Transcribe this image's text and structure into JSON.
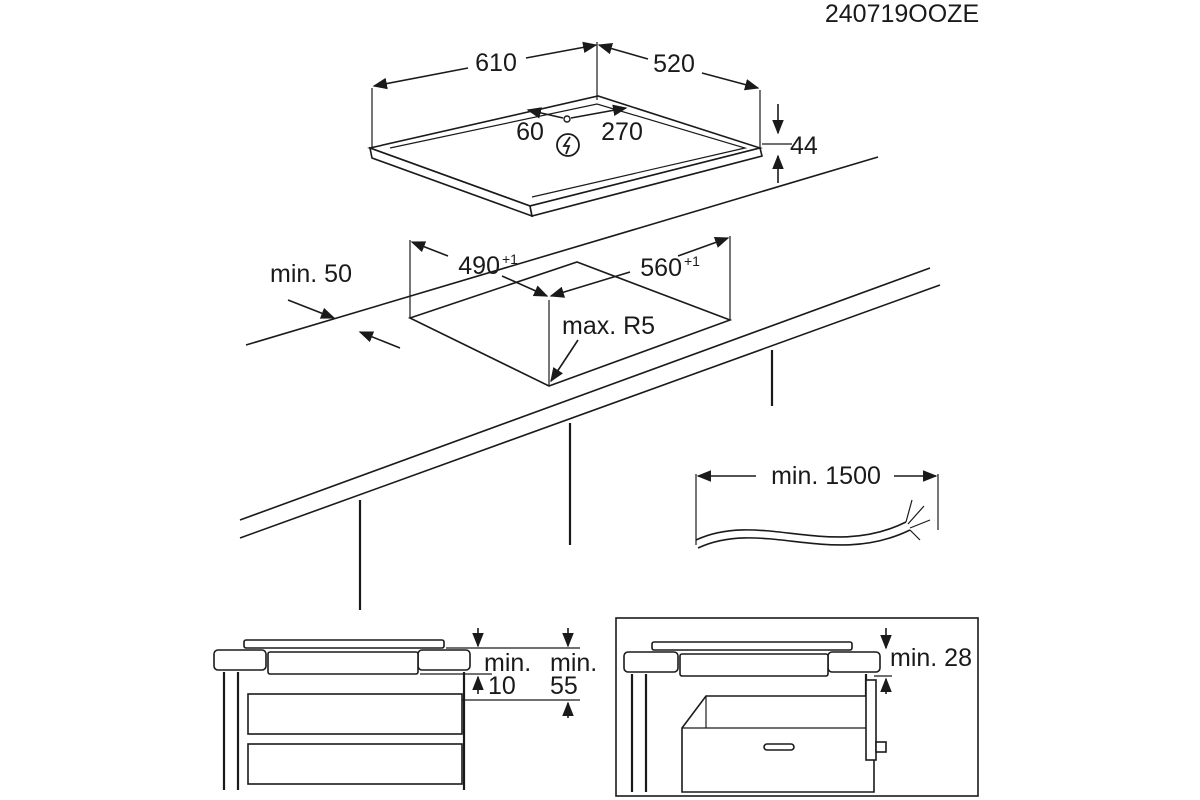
{
  "doc_code": "240719OOZE",
  "hob": {
    "width": "610",
    "depth": "520",
    "height": "44",
    "conn_left": "60",
    "conn_right": "270"
  },
  "cutout": {
    "width": "490",
    "width_tol": "+1",
    "depth": "560",
    "depth_tol": "+1",
    "radius": "max. R5",
    "wall_gap": "min. 50"
  },
  "cable": {
    "length": "min. 1500"
  },
  "section_left": {
    "label_a1": "min.",
    "label_a2": "10",
    "label_b1": "min.",
    "label_b2": "55"
  },
  "section_right": {
    "label": "min. 28"
  },
  "icons": {
    "power": "electric-connection-icon"
  }
}
